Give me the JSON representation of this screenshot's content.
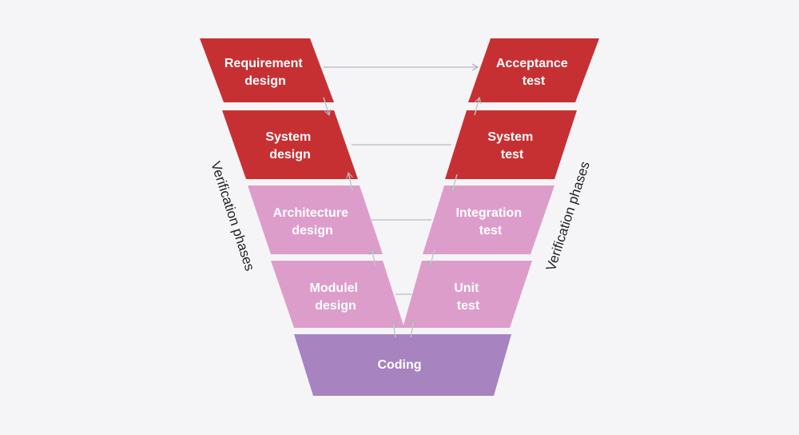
{
  "colors": {
    "background": "#f5f5f7",
    "red": "#c73033",
    "pink": "#dd9dcb",
    "purple": "#a784c0",
    "text_on_shape": "#ffffff",
    "connector": "#c4c4c8"
  },
  "left_phases": [
    {
      "id": "requirement-design",
      "lines": [
        "Requirement",
        "design"
      ],
      "color": "red"
    },
    {
      "id": "system-design",
      "lines": [
        "System",
        "design"
      ],
      "color": "red"
    },
    {
      "id": "architecture-design",
      "lines": [
        "Architecture",
        "design"
      ],
      "color": "pink"
    },
    {
      "id": "modulel-design",
      "lines": [
        "Modulel",
        "design"
      ],
      "color": "pink"
    }
  ],
  "right_phases": [
    {
      "id": "acceptance-test",
      "lines": [
        "Acceptance",
        "test"
      ],
      "color": "red"
    },
    {
      "id": "system-test",
      "lines": [
        "System",
        "test"
      ],
      "color": "red"
    },
    {
      "id": "integration-test",
      "lines": [
        "Integration",
        "test"
      ],
      "color": "pink"
    },
    {
      "id": "unit-test",
      "lines": [
        "Unit",
        "test"
      ],
      "color": "pink"
    }
  ],
  "base": {
    "id": "coding",
    "lines": [
      "Coding"
    ],
    "color": "purple"
  },
  "side_labels": {
    "left": "Verification phases",
    "right": "Verification phases"
  }
}
